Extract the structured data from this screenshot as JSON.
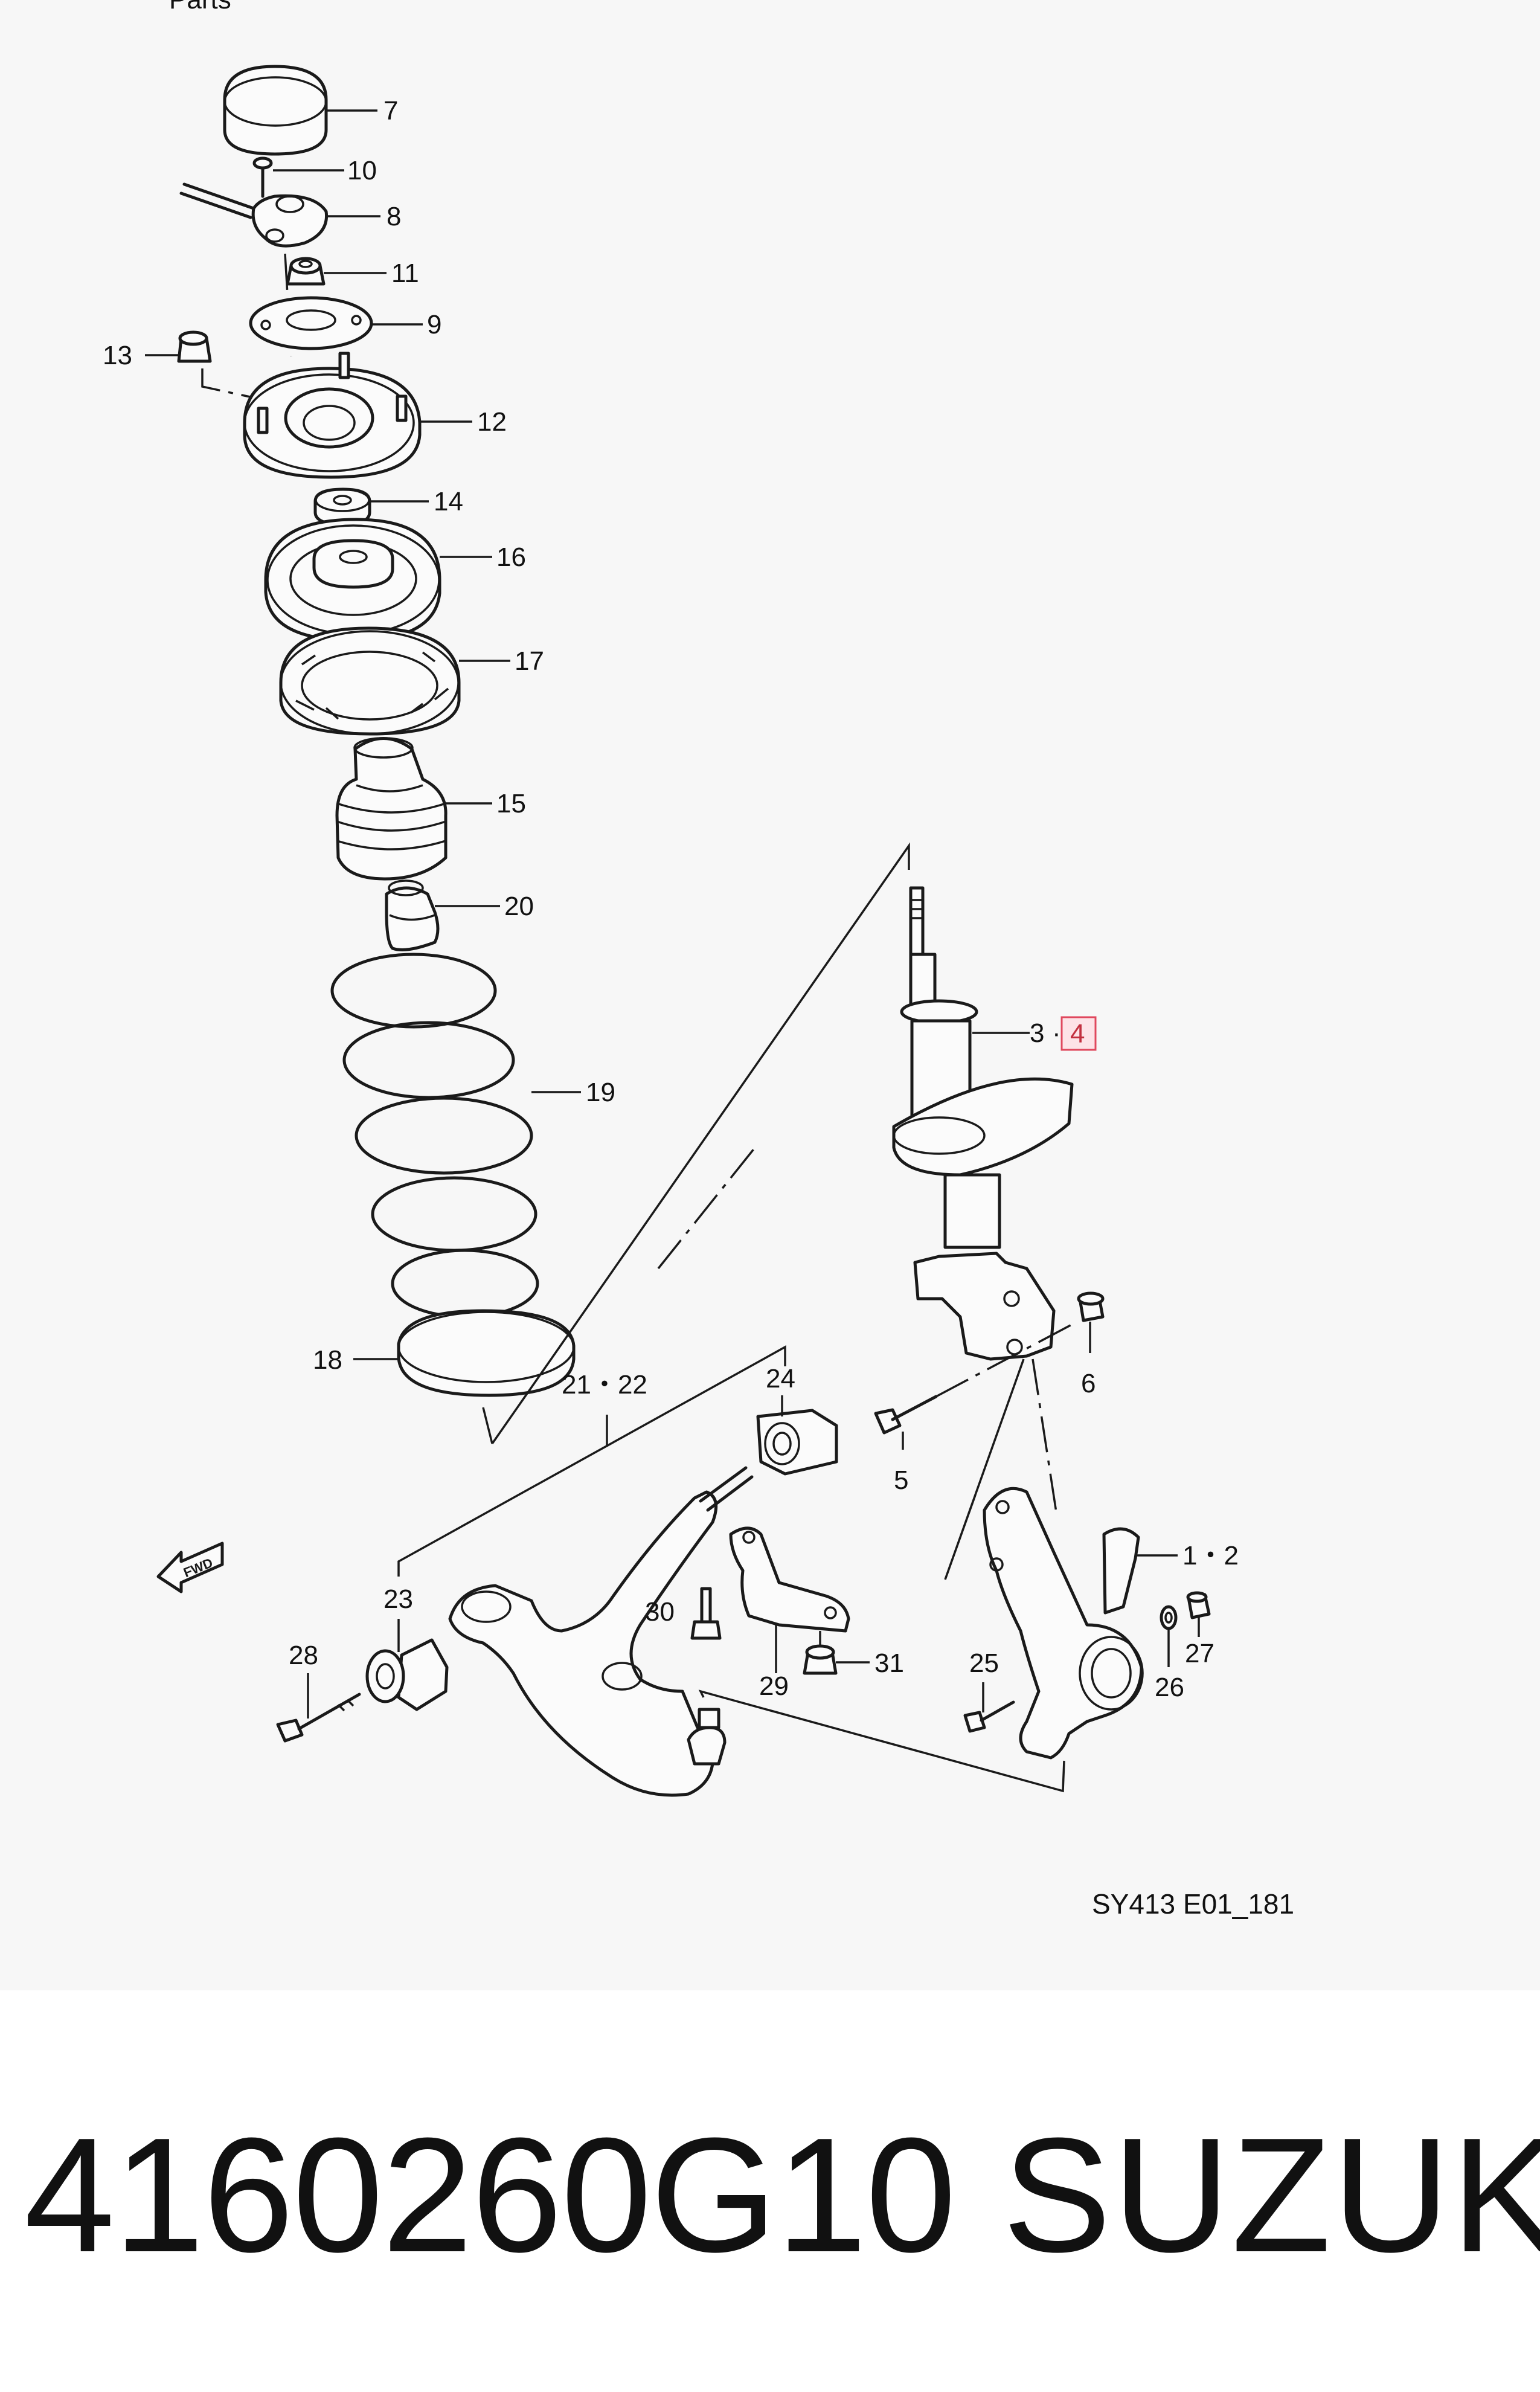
{
  "header": {
    "partial_title": "Parts"
  },
  "callouts": {
    "c7": "7",
    "c10": "10",
    "c8": "8",
    "c11": "11",
    "c9": "9",
    "c13": "13",
    "c12": "12",
    "c14": "14",
    "c16": "16",
    "c17": "17",
    "c15": "15",
    "c20": "20",
    "c19": "19",
    "c18": "18",
    "c3": "3",
    "c3_sep": "·",
    "c4": "4",
    "c6": "6",
    "c5": "5",
    "c21_22": "21・22",
    "c24": "24",
    "c1_2": "1・2",
    "c23": "23",
    "c30": "30",
    "c27": "27",
    "c28": "28",
    "c25": "25",
    "c31": "31",
    "c26": "26",
    "c29": "29"
  },
  "fwd_label": "FWD",
  "diagram_code": "SY413 E01_181",
  "footer": {
    "part_number": "4160260G10",
    "brand": "SUZUKI"
  },
  "colors": {
    "highlight_fill": "#fde3e7",
    "highlight_stroke": "#e0485e",
    "panel_bg": "#f7f7f7",
    "ink": "#1a1a1a"
  }
}
